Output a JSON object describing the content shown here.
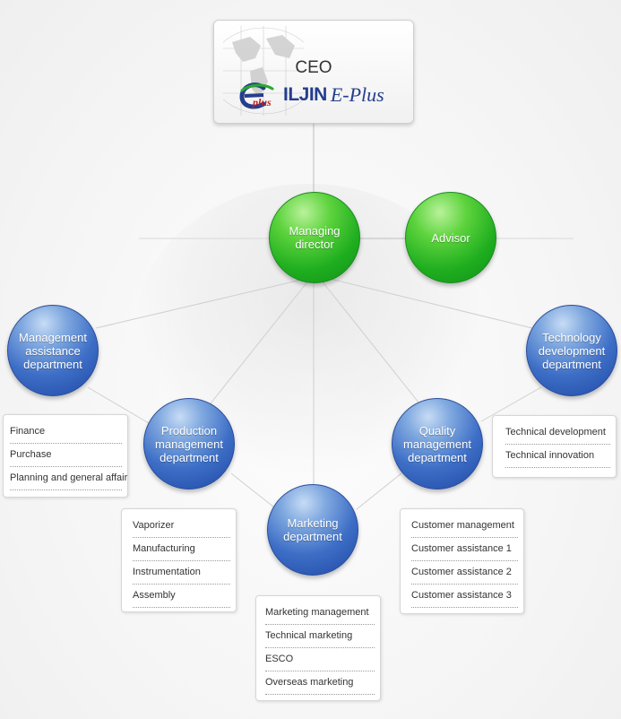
{
  "ceo": {
    "title": "CEO",
    "logo_text_main": "ILJIN",
    "logo_text_sub": "E-Plus",
    "logo_mark_text": "plus"
  },
  "managing_director": {
    "label": "Managing director"
  },
  "advisor": {
    "label": "Advisor"
  },
  "departments": {
    "management_assistance": {
      "label": "Management assistance department",
      "items": [
        "Finance",
        "Purchase",
        "Planning and general affair"
      ]
    },
    "production_management": {
      "label": "Production management department",
      "items": [
        "Vaporizer",
        "Manufacturing",
        "Instrumentation",
        "Assembly"
      ]
    },
    "marketing": {
      "label": "Marketing department",
      "items": [
        "Marketing management",
        "Technical marketing",
        "ESCO",
        "Overseas marketing"
      ]
    },
    "quality_management": {
      "label": "Quality management department",
      "items": [
        "Customer management",
        "Customer assistance 1",
        "Customer assistance 2",
        "Customer assistance 3"
      ]
    },
    "technology_development": {
      "label": "Technology development department",
      "items": [
        "Technical development",
        "Technical innovation"
      ]
    }
  },
  "colors": {
    "green_node": "#22b222",
    "blue_node": "#2e5cb8",
    "logo_blue": "#243e8c",
    "logo_red": "#c61d1d",
    "logo_green": "#2aa82e"
  },
  "icons": {
    "ceo_background": "world-map-icon",
    "logo": "eplus-logo-icon"
  }
}
